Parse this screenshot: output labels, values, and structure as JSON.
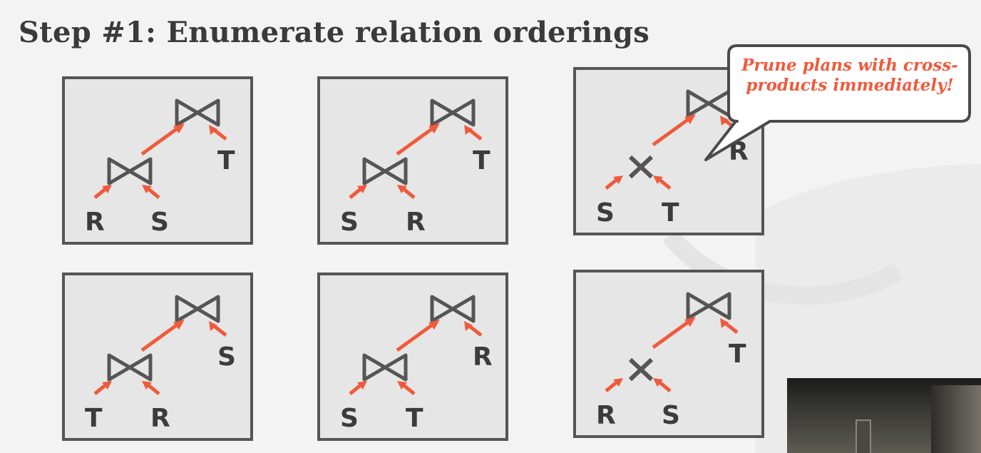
{
  "title": "Step #1: Enumerate relation orderings",
  "callout": {
    "line1": "Prune plans with cross-",
    "line2": "products immediately!"
  },
  "plans": [
    {
      "op": "join",
      "left": "R",
      "right": "S",
      "top": "T"
    },
    {
      "op": "join",
      "left": "S",
      "right": "R",
      "top": "T"
    },
    {
      "op": "cross",
      "left": "S",
      "right": "T",
      "top": "R"
    },
    {
      "op": "join",
      "left": "T",
      "right": "R",
      "top": "S"
    },
    {
      "op": "join",
      "left": "S",
      "right": "T",
      "top": "R"
    },
    {
      "op": "cross",
      "left": "R",
      "right": "S",
      "top": "T"
    }
  ],
  "colors": {
    "arrow": "#f05a3c",
    "text": "#3a3a3a",
    "panel_border": "#555555",
    "panel_fill": "#e6e6e6"
  }
}
